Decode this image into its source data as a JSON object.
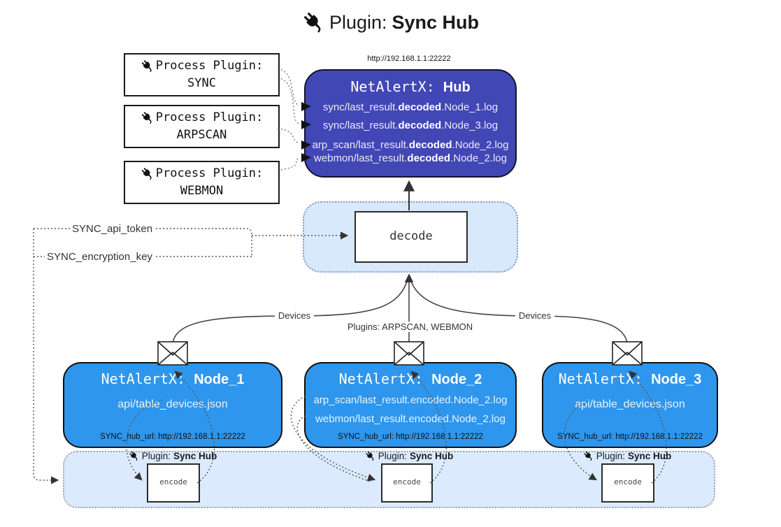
{
  "title": {
    "prefix": "Plugin: ",
    "name": "Sync Hub"
  },
  "process_plugins": [
    {
      "label": "Process Plugin:",
      "value": "SYNC"
    },
    {
      "label": "Process Plugin:",
      "value": "ARPSCAN"
    },
    {
      "label": "Process Plugin:",
      "value": "WEBMON"
    }
  ],
  "hub": {
    "url": "http://192.168.1.1:22222",
    "title_prefix": "NetAlertX: ",
    "title_name": "Hub",
    "logs": [
      {
        "pre": "sync/last_result.",
        "bold": "decoded",
        "post": ".Node_1.log"
      },
      {
        "pre": "sync/last_result.",
        "bold": "decoded",
        "post": ".Node_3.log"
      },
      {
        "pre": "arp_scan/last_result.",
        "bold": "decoded",
        "post": ".Node_2.log"
      },
      {
        "pre": "webmon/last_result.",
        "bold": "decoded",
        "post": ".Node_2.log"
      }
    ]
  },
  "decode_label": "decode",
  "tokens": {
    "api_token": "SYNC_api_token",
    "encryption_key": "SYNC_encryption_key"
  },
  "edge_labels": {
    "devices_left": "Devices",
    "plugins_center": "Plugins: ARPSCAN, WEBMON",
    "devices_right": "Devices"
  },
  "nodes": [
    {
      "title_prefix": "NetAlertX: ",
      "title_name": "Node_1",
      "lines": [
        "api/table_devices.json"
      ],
      "hub_url": "SYNC_hub_url: http://192.168.1.1:22222"
    },
    {
      "title_prefix": "NetAlertX: ",
      "title_name": "Node_2",
      "lines": [
        "arp_scan/last_result.encoded.Node_2.log",
        "webmon/last_result.encoded.Node_2.log"
      ],
      "hub_url": "SYNC_hub_url: http://192.168.1.1:22222"
    },
    {
      "title_prefix": "NetAlertX: ",
      "title_name": "Node_3",
      "lines": [
        "api/table_devices.json"
      ],
      "hub_url": "SYNC_hub_url: http://192.168.1.1:22222"
    }
  ],
  "encoders": [
    {
      "plugin_prefix": "Plugin: ",
      "plugin_name": "Sync Hub",
      "box_label": "encode"
    },
    {
      "plugin_prefix": "Plugin: ",
      "plugin_name": "Sync Hub",
      "box_label": "encode"
    },
    {
      "plugin_prefix": "Plugin: ",
      "plugin_name": "Sync Hub",
      "box_label": "encode"
    }
  ],
  "colors": {
    "hub_fill": "#4247b6",
    "node_fill": "#2e96ec",
    "decode_container_fill": "#d7e9fb",
    "encode_container_fill": "#dbeafc",
    "box_border": "#1a1a1a"
  }
}
